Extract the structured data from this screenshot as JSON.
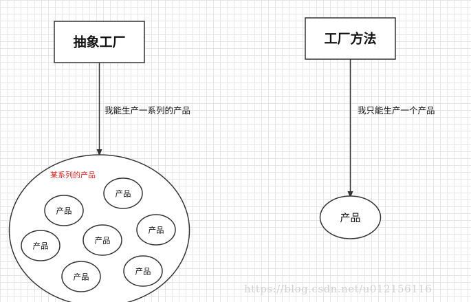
{
  "abstract_factory": {
    "title": "抽象工厂",
    "edge_label": "我能生产一系列的产品",
    "group_label": "某系列的产品",
    "products": [
      "产品",
      "产品",
      "产品",
      "产品",
      "产品",
      "产品",
      "产品"
    ]
  },
  "factory_method": {
    "title": "工厂方法",
    "edge_label": "我只能生产一个产品",
    "product": "产品"
  },
  "watermark": "https://blog.csdn.net/u012156116",
  "colors": {
    "stroke": "#333333",
    "group_label": "#e02020",
    "grid": "#e6e6e6",
    "watermark": "#d0d0d0"
  }
}
